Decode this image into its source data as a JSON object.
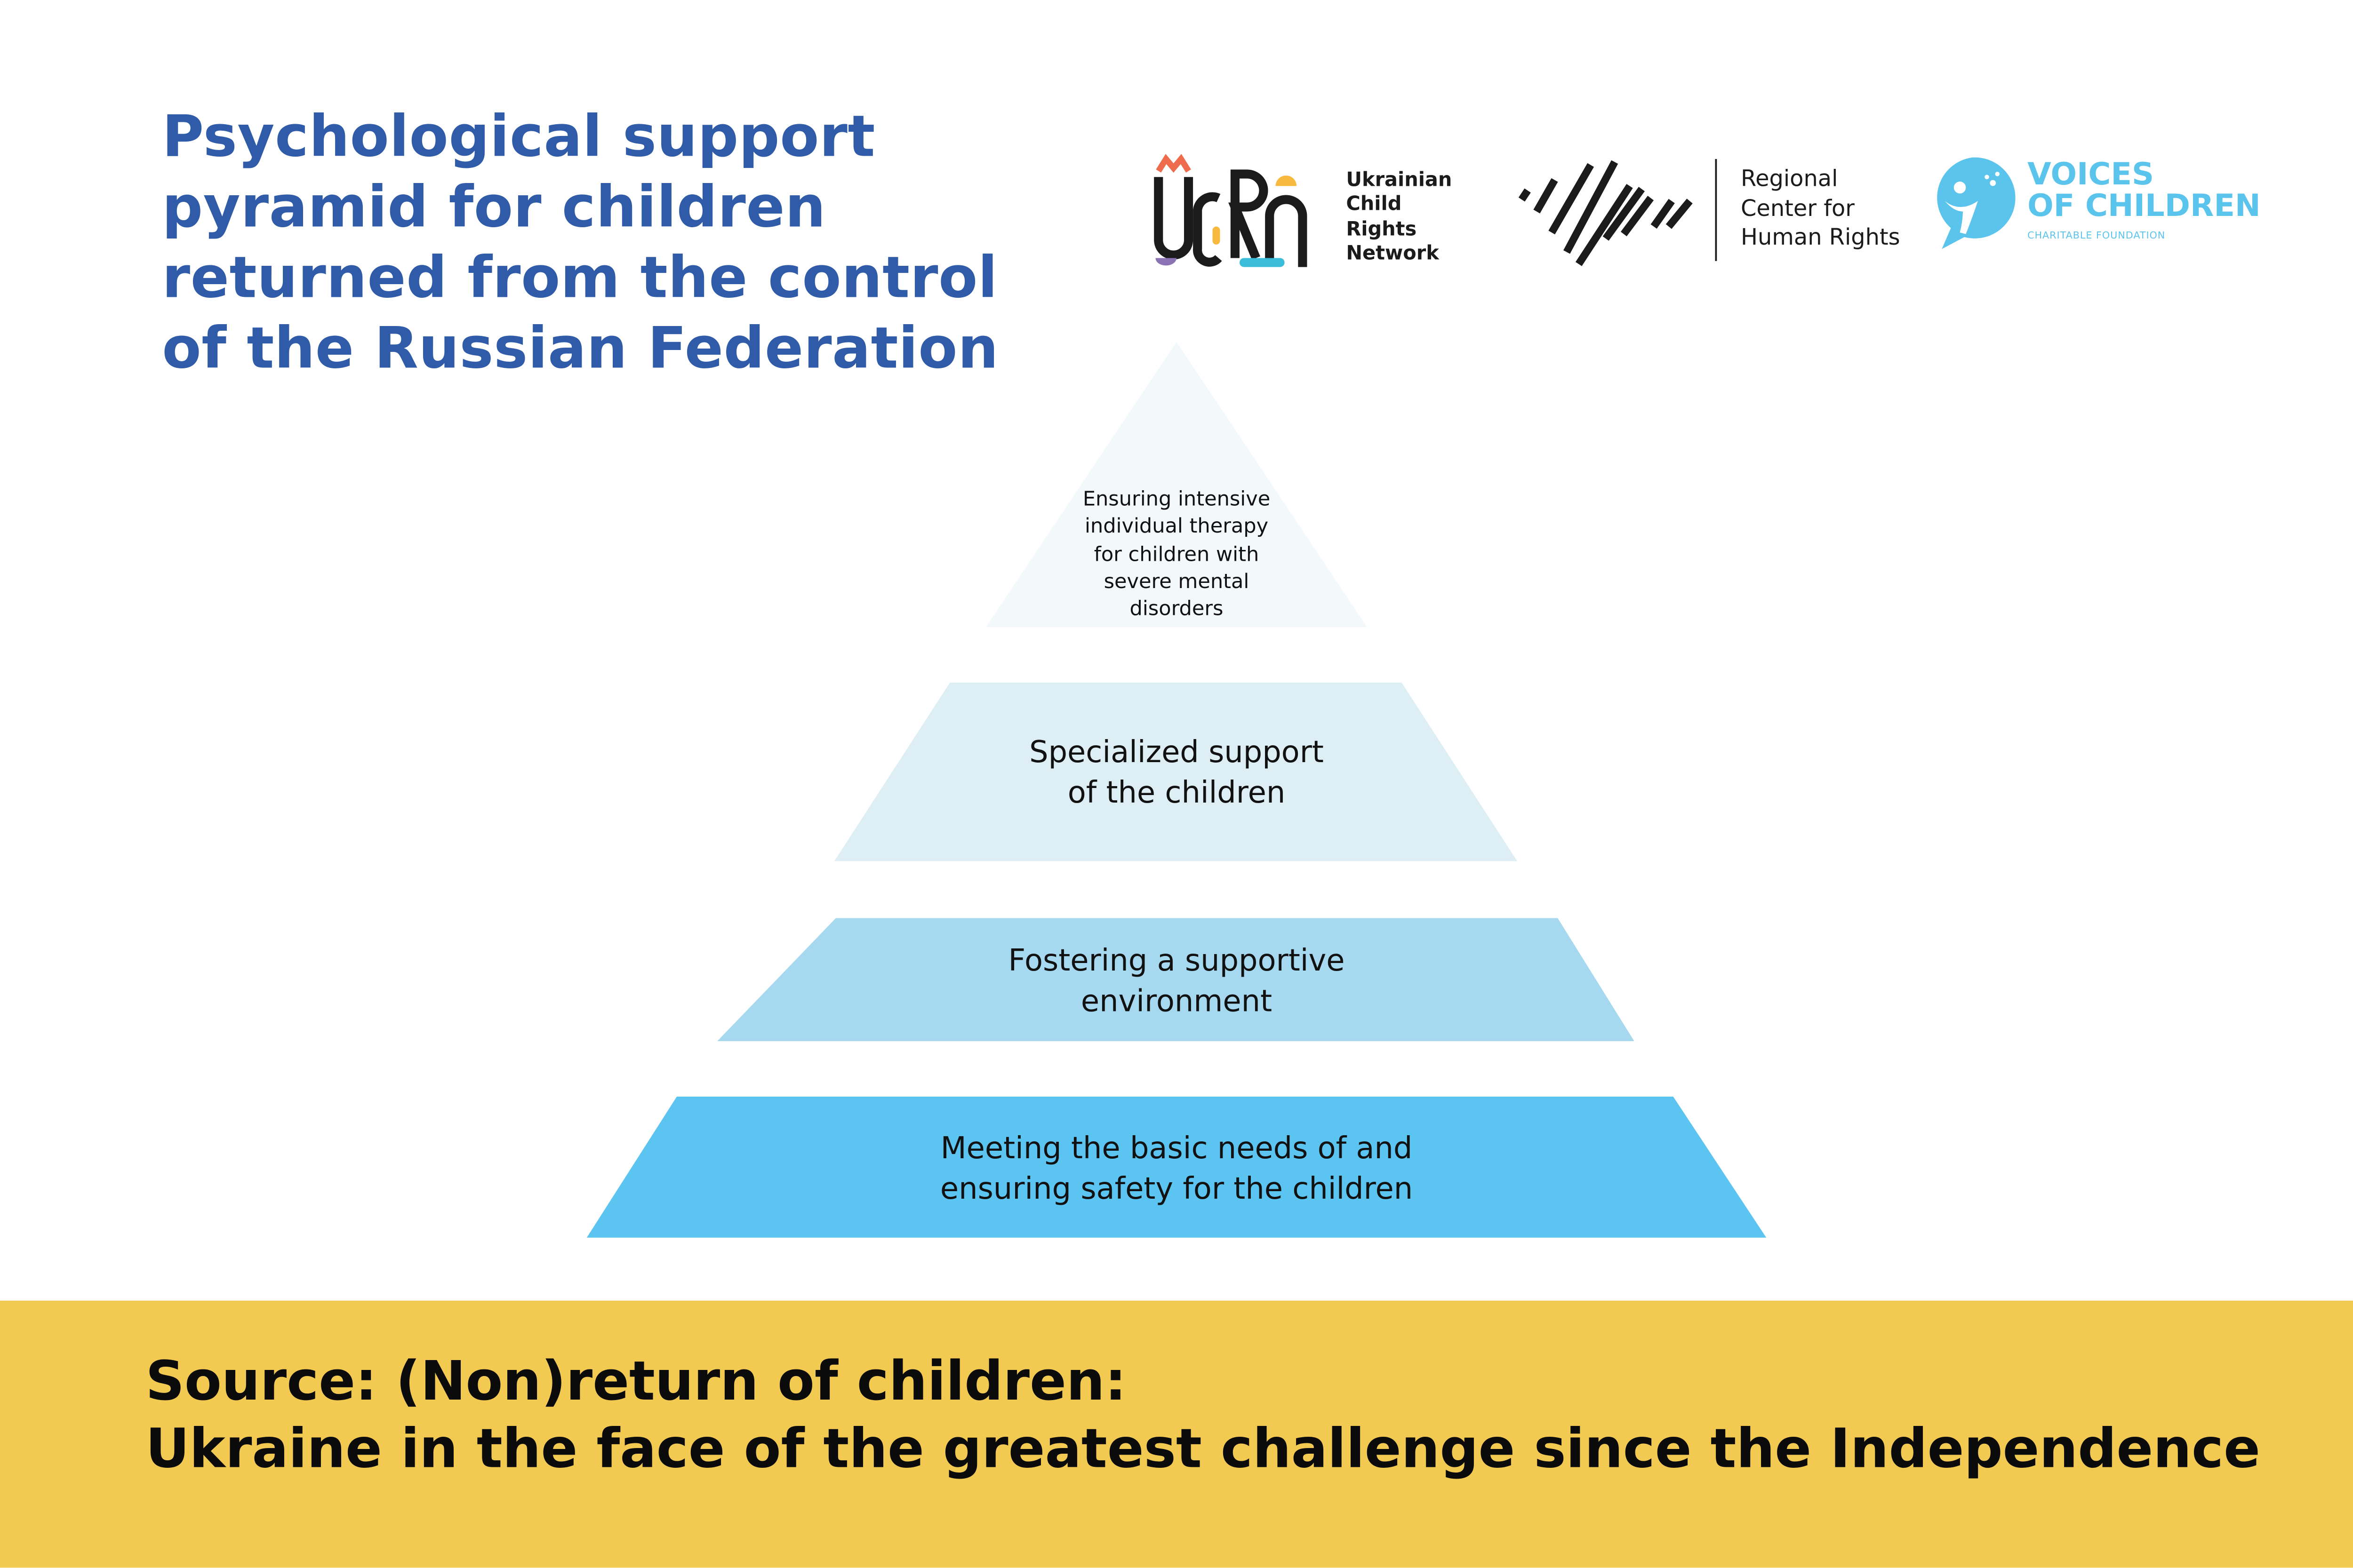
{
  "title": {
    "lines": [
      "Psychological support",
      "pyramid for children",
      "returned from the control",
      "of the Russian Federation"
    ]
  },
  "logos": {
    "ucrn": {
      "mark": "UCRN",
      "lines": [
        "Ukrainian",
        "Child",
        "Rights",
        "Network"
      ]
    },
    "rchr": {
      "lines": [
        "Regional",
        "Center for",
        "Human Rights"
      ]
    },
    "voices": {
      "lines": [
        "VOICES",
        "OF CHILDREN"
      ],
      "subtitle": "CHARITABLE FOUNDATION"
    }
  },
  "pyramid": {
    "tiers": [
      {
        "lines": [
          "Ensuring intensive",
          "individual therapy",
          "for children with",
          "severe mental",
          "disorders"
        ],
        "color": "#f3f8fb"
      },
      {
        "lines": [
          "Specialized support",
          "of the children"
        ],
        "color": "#ddeef5"
      },
      {
        "lines": [
          "Fostering a supportive",
          "environment"
        ],
        "color": "#a6d9f0"
      },
      {
        "lines": [
          "Meeting the basic needs of and",
          "ensuring safety for the children"
        ],
        "color": "#5bc4f0"
      }
    ]
  },
  "source": {
    "lines": [
      "Source: (Non)return of children:",
      "Ukraine in the face of the greatest challenge since the Independence"
    ],
    "band_color": "#f2c951"
  }
}
